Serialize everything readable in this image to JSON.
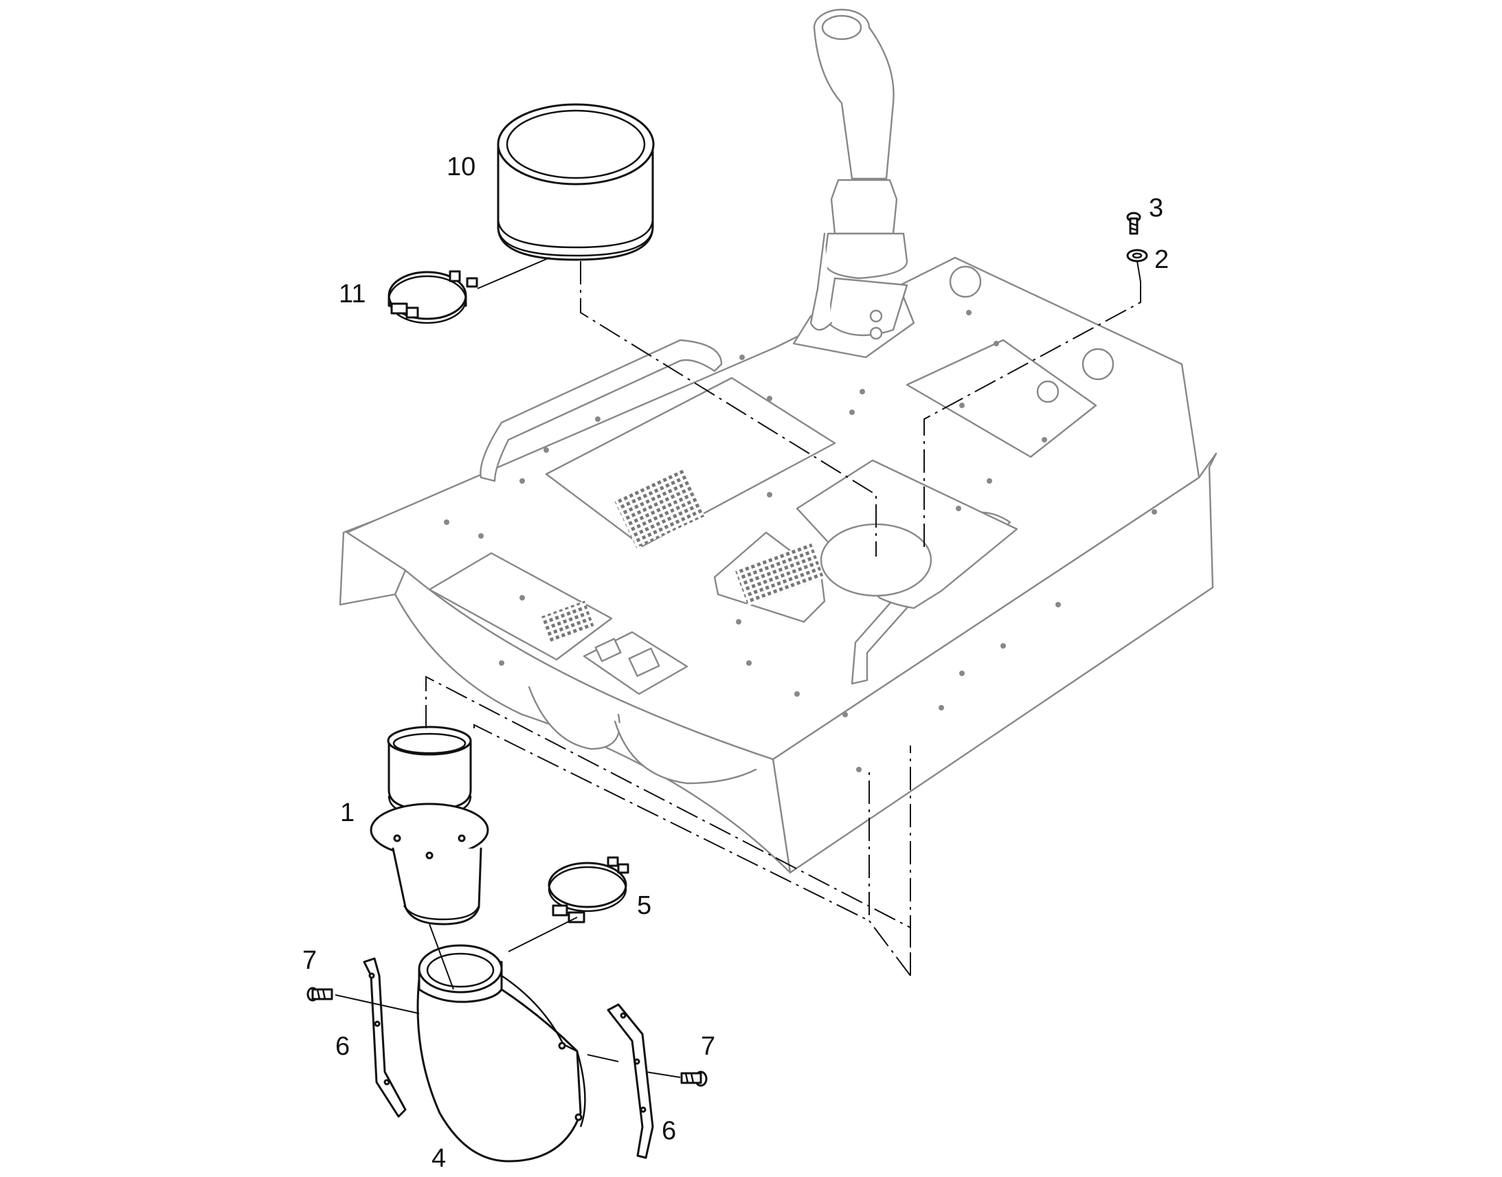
{
  "callouts": [
    {
      "id": "c10",
      "label": "10"
    },
    {
      "id": "c11",
      "label": "11"
    },
    {
      "id": "c3",
      "label": "3"
    },
    {
      "id": "c2",
      "label": "2"
    },
    {
      "id": "c1",
      "label": "1"
    },
    {
      "id": "c5",
      "label": "5"
    },
    {
      "id": "c7a",
      "label": "7"
    },
    {
      "id": "c6a",
      "label": "6"
    },
    {
      "id": "c7b",
      "label": "7"
    },
    {
      "id": "c6b",
      "label": "6"
    },
    {
      "id": "c4",
      "label": "4"
    }
  ],
  "colors": {
    "ink": "#111111",
    "part_line": "#888888",
    "background": "#ffffff"
  }
}
